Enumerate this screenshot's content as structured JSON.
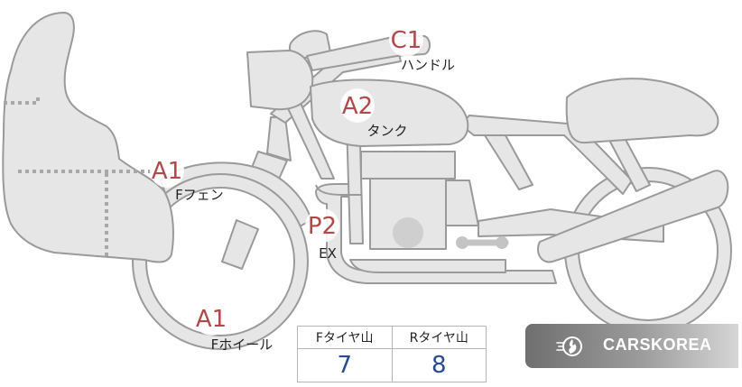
{
  "diagram": {
    "colors": {
      "part_fill": "#e6e6e6",
      "outline": "#9a9a9a",
      "code": "#b04a4a",
      "value": "#2a4a8f"
    },
    "markers": [
      {
        "code": "C1",
        "label": "ハンドル"
      },
      {
        "code": "A2",
        "label": "タンク"
      },
      {
        "code": "A1",
        "label": "Fフェン"
      },
      {
        "code": "P2",
        "label": "EX"
      },
      {
        "code": "A1",
        "label": "Fホイール"
      }
    ]
  },
  "tread_table": {
    "headers": [
      "Fタイヤ山",
      "Rタイヤ山"
    ],
    "values": [
      "7",
      "8"
    ]
  },
  "brand": {
    "name": "CARSKOREA",
    "icon": "flame-icon"
  }
}
